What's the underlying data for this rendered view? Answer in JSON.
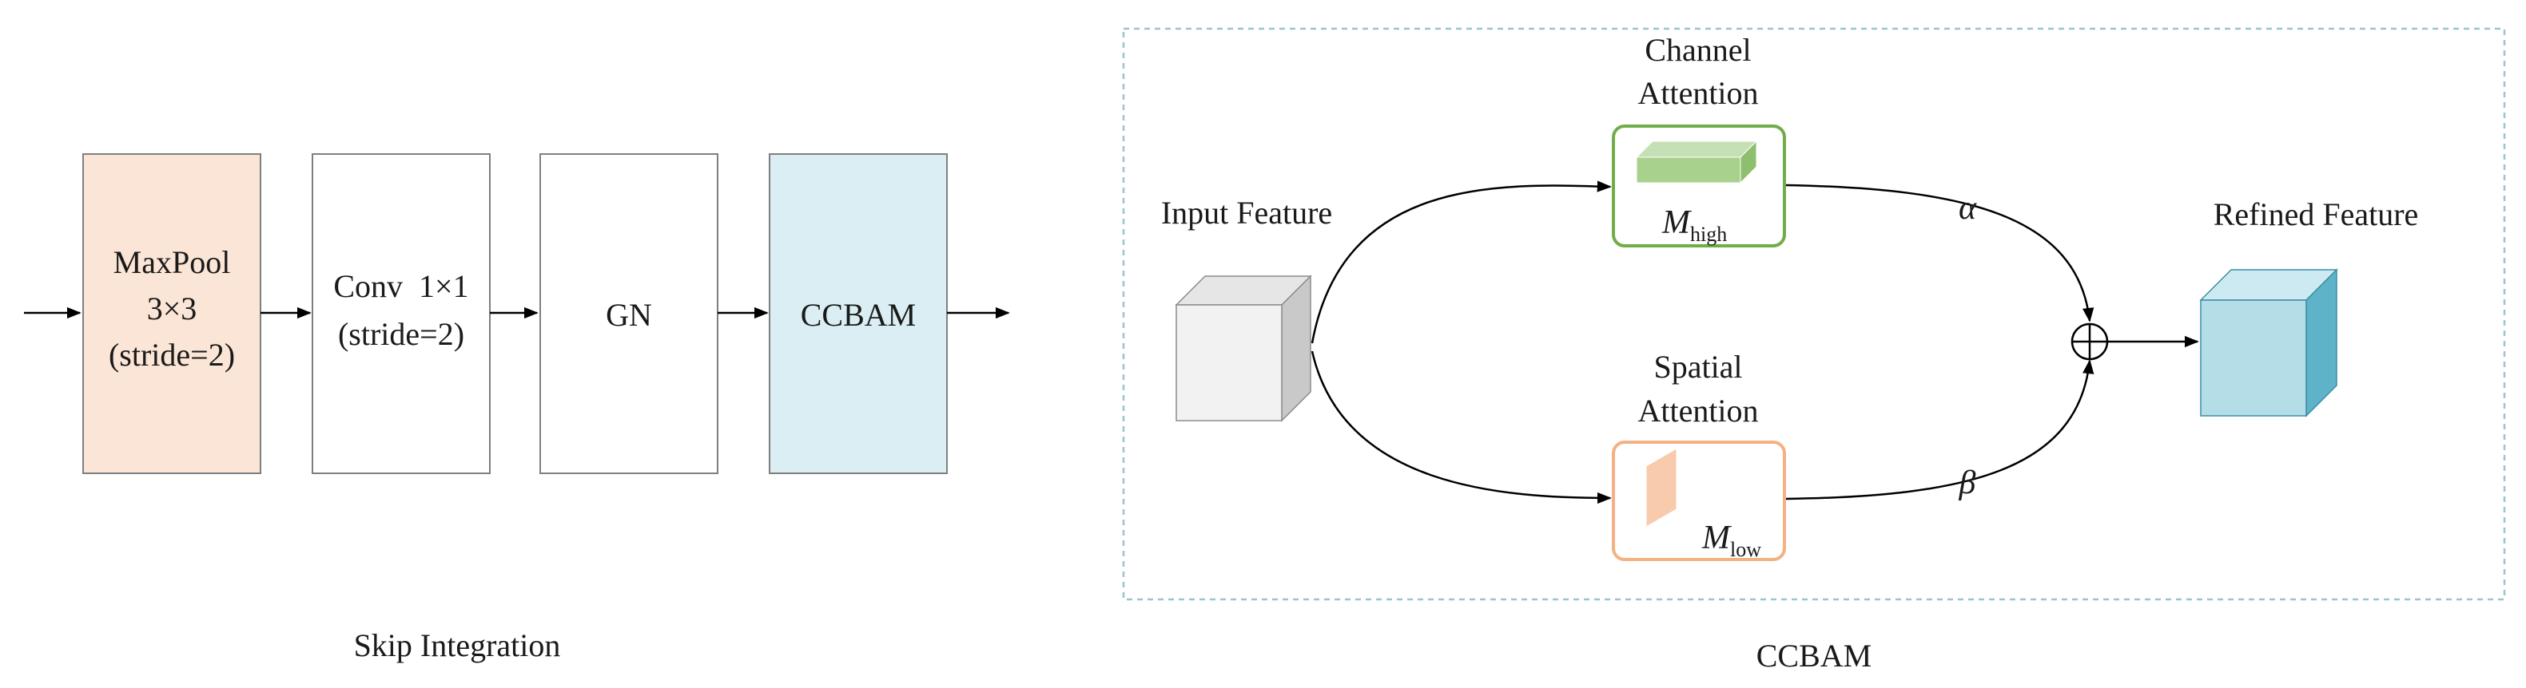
{
  "skip_integration": {
    "caption": "Skip Integration",
    "blocks": [
      {
        "id": "maxpool",
        "lines": [
          "MaxPool",
          "3×3",
          "(stride=2)"
        ],
        "fill": "#fbe5d6",
        "stroke": "#7f7f7f"
      },
      {
        "id": "conv",
        "lines": [
          "Conv  1×1",
          "(stride=2)"
        ],
        "fill": "#ffffff",
        "stroke": "#7f7f7f"
      },
      {
        "id": "gn",
        "lines": [
          "GN"
        ],
        "fill": "#ffffff",
        "stroke": "#7f7f7f"
      },
      {
        "id": "ccbam",
        "lines": [
          "CCBAM"
        ],
        "fill": "#daeef3",
        "stroke": "#7f7f7f"
      }
    ]
  },
  "ccbam": {
    "caption": "CCBAM",
    "frame_color": "#9dc3cf",
    "input_label": "Input Feature",
    "output_label": "Refined Feature",
    "channel": {
      "title_lines": [
        "Channel",
        "Attention"
      ],
      "symbol": "M",
      "subscript": "high",
      "weight": "α",
      "border_color": "#70ad47",
      "prism_color": "#a9d18e"
    },
    "spatial": {
      "title_lines": [
        "Spatial",
        "Attention"
      ],
      "symbol": "M",
      "subscript": "low",
      "weight": "β",
      "border_color": "#f4b183",
      "plane_color": "#f8cbad"
    },
    "input_cube_colors": {
      "front": "#f2f2f2",
      "top": "#e6e6e6",
      "side": "#c9c9c9"
    },
    "output_cube_colors": {
      "front": "#b4dde8",
      "top": "#cdeaf2",
      "side": "#5fb3c8"
    }
  }
}
